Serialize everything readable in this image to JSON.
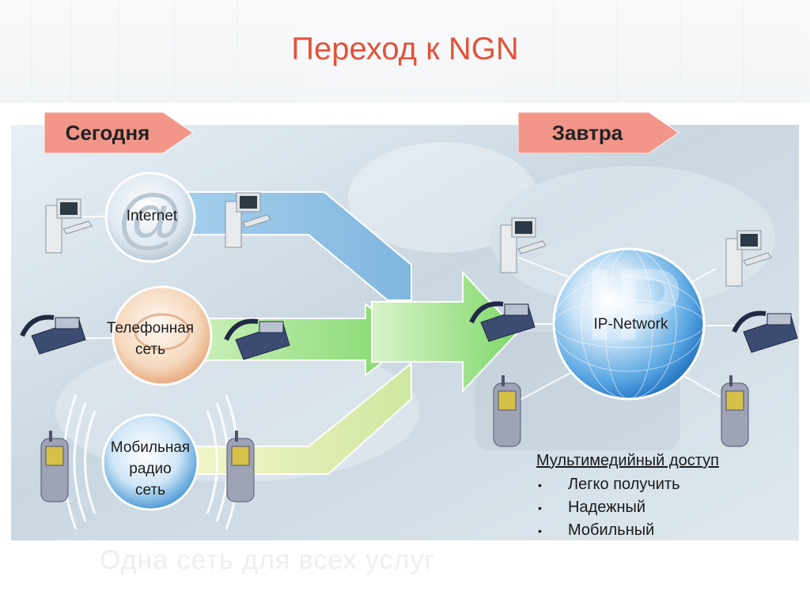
{
  "slide": {
    "title": "Переход к NGN",
    "today_label": "Сегодня",
    "tomorrow_label": "Завтра",
    "networks": {
      "internet": "Internet",
      "phone_line1": "Телефонная",
      "phone_line2": "сеть",
      "mobile_line1": "Мобильная",
      "mobile_line2": "радио",
      "mobile_line3": "сеть"
    },
    "ip_network": "IP-Network",
    "ip_watermark": "IP",
    "access": {
      "heading": "Мультимедийный доступ",
      "bullet_symbol": "•",
      "items": [
        "Легко получить",
        "Надежный",
        "Мобильный"
      ]
    },
    "footer": "Одна сеть для всех услуг"
  },
  "colors": {
    "title": "#e2533a",
    "tag_fill": "#f2968a",
    "arrow_blue": "#8fc1e3",
    "arrow_green": "#9ee08a",
    "arrow_yellow": "#e8f0a6",
    "sphere": "#3b8fd6"
  }
}
